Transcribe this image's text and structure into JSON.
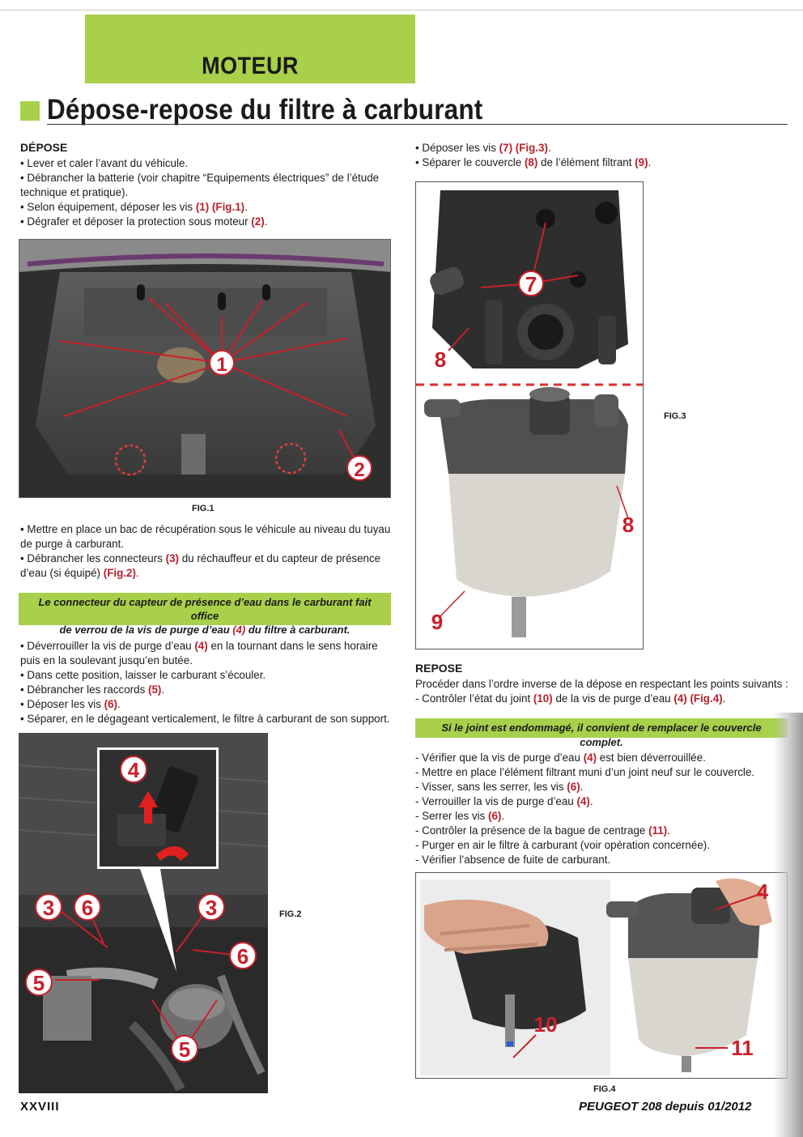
{
  "section_banner": "MOTEUR",
  "page_title": "Dépose-repose du filtre à carburant",
  "depose": {
    "heading": "DÉPOSE",
    "para1": [
      "• Lever et caler l’avant du véhicule.",
      "• Débrancher la batterie (voir chapitre “Equipements électriques” de l’étude",
      "technique et pratique).",
      "• Selon équipement, déposer les vis ",
      "(1) (Fig.1)",
      ".",
      "• Dégrafer et déposer la protection sous moteur ",
      "(2)",
      "."
    ],
    "para2": [
      "• Mettre en place un bac de récupération sous le véhicule au niveau du tuyau",
      "de purge à carburant.",
      "• Débrancher les connecteurs ",
      "(3)",
      " du réchauffeur et du capteur de présence",
      "d’eau (si équipé) ",
      "(Fig.2)",
      "."
    ],
    "highlight": [
      "Le connecteur du capteur de présence d’eau dans le carburant fait office",
      "de verrou de la vis de purge d’eau ",
      "(4)",
      " du filtre à carburant."
    ],
    "para3": [
      "• Déverrouiller la vis de purge d’eau ",
      "(4)",
      " en la tournant dans le sens horaire",
      "puis en la soulevant jusqu’en butée.",
      "• Dans cette position, laisser le carburant s’écouler.",
      "• Débrancher les raccords ",
      "(5)",
      ".",
      "• Déposer les vis ",
      "(6)",
      ".",
      "• Séparer, en le dégageant verticalement, le filtre à carburant de son support."
    ],
    "right_top": [
      "• Déposer les vis ",
      "(7) (Fig.3)",
      ".",
      "• Séparer le couvercle ",
      "(8)",
      " de l’élément filtrant ",
      "(9)",
      "."
    ]
  },
  "repose": {
    "heading": "REPOSE",
    "intro": "Procéder dans l’ordre inverse de la dépose en respectant les points suivants :",
    "line1": [
      "- Contrôler l’état du joint ",
      "(10)",
      " de la vis de purge d’eau ",
      "(4) (Fig.4)",
      "."
    ],
    "highlight": "Si le joint est endommagé, il convient de remplacer le couvercle complet.",
    "steps": [
      [
        "- Vérifier que la vis de purge d’eau ",
        "(4)",
        " est bien déverrouillée."
      ],
      [
        "- Mettre en place l’élément filtrant muni d’un joint neuf sur le couvercle.",
        "",
        ""
      ],
      [
        "- Visser, sans les serrer, les vis ",
        "(6)",
        "."
      ],
      [
        "- Verrouiller la vis de purge d’eau ",
        "(4)",
        "."
      ],
      [
        "- Serrer les vis ",
        "(6)",
        "."
      ],
      [
        "- Contrôler la présence de la bague de centrage ",
        "(11)",
        "."
      ],
      [
        "- Purger en air le filtre à carburant (voir opération concernée).",
        "",
        ""
      ],
      [
        "- Vérifier l’absence de fuite de carburant.",
        "",
        ""
      ]
    ]
  },
  "figures": {
    "fig1": {
      "caption": "FIG.1",
      "callouts": [
        "1",
        "2"
      ]
    },
    "fig2": {
      "caption": "FIG.2",
      "callouts": [
        "4",
        "3",
        "6",
        "3",
        "6",
        "5",
        "5"
      ]
    },
    "fig3": {
      "caption": "FIG.3",
      "callouts": [
        "7",
        "8",
        "8",
        "9"
      ]
    },
    "fig4": {
      "caption": "FIG.4",
      "callouts": [
        "4",
        "10",
        "11"
      ]
    }
  },
  "footer": {
    "page_number": "XXVIII",
    "model": "PEUGEOT 208 depuis 01/2012"
  },
  "colors": {
    "accent_green": "#a8d04a",
    "callout_red": "#c8202a"
  }
}
